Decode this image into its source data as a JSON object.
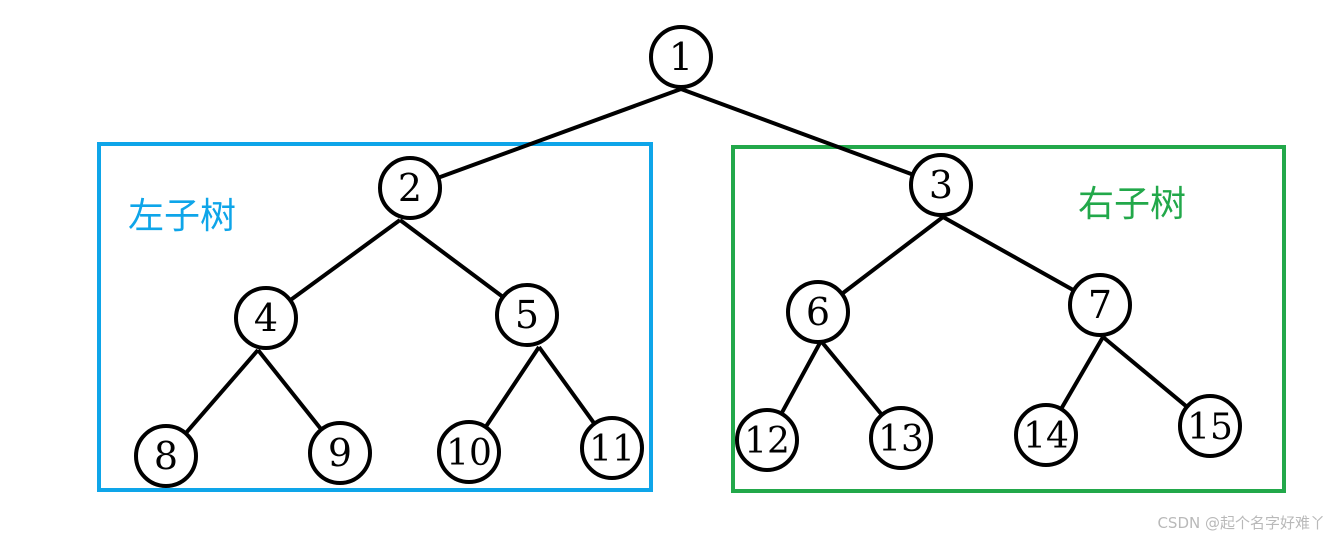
{
  "diagram": {
    "nodes": [
      {
        "id": "n1",
        "label": "1"
      },
      {
        "id": "n2",
        "label": "2"
      },
      {
        "id": "n3",
        "label": "3"
      },
      {
        "id": "n4",
        "label": "4"
      },
      {
        "id": "n5",
        "label": "5"
      },
      {
        "id": "n6",
        "label": "6"
      },
      {
        "id": "n7",
        "label": "7"
      },
      {
        "id": "n8",
        "label": "8"
      },
      {
        "id": "n9",
        "label": "9"
      },
      {
        "id": "n10",
        "label": "10"
      },
      {
        "id": "n11",
        "label": "11"
      },
      {
        "id": "n12",
        "label": "12"
      },
      {
        "id": "n13",
        "label": "13"
      },
      {
        "id": "n14",
        "label": "14"
      },
      {
        "id": "n15",
        "label": "15"
      }
    ],
    "edges": [
      [
        "n1",
        "n2"
      ],
      [
        "n1",
        "n3"
      ],
      [
        "n2",
        "n4"
      ],
      [
        "n2",
        "n5"
      ],
      [
        "n3",
        "n6"
      ],
      [
        "n3",
        "n7"
      ],
      [
        "n4",
        "n8"
      ],
      [
        "n4",
        "n9"
      ],
      [
        "n5",
        "n10"
      ],
      [
        "n5",
        "n11"
      ],
      [
        "n6",
        "n12"
      ],
      [
        "n6",
        "n13"
      ],
      [
        "n7",
        "n14"
      ],
      [
        "n7",
        "n15"
      ]
    ],
    "groups": [
      {
        "id": "left",
        "label": "左子树",
        "color": "#0ea5e9"
      },
      {
        "id": "right",
        "label": "右子树",
        "color": "#22a84a"
      }
    ]
  },
  "watermark": "CSDN @起个名字好难丫"
}
